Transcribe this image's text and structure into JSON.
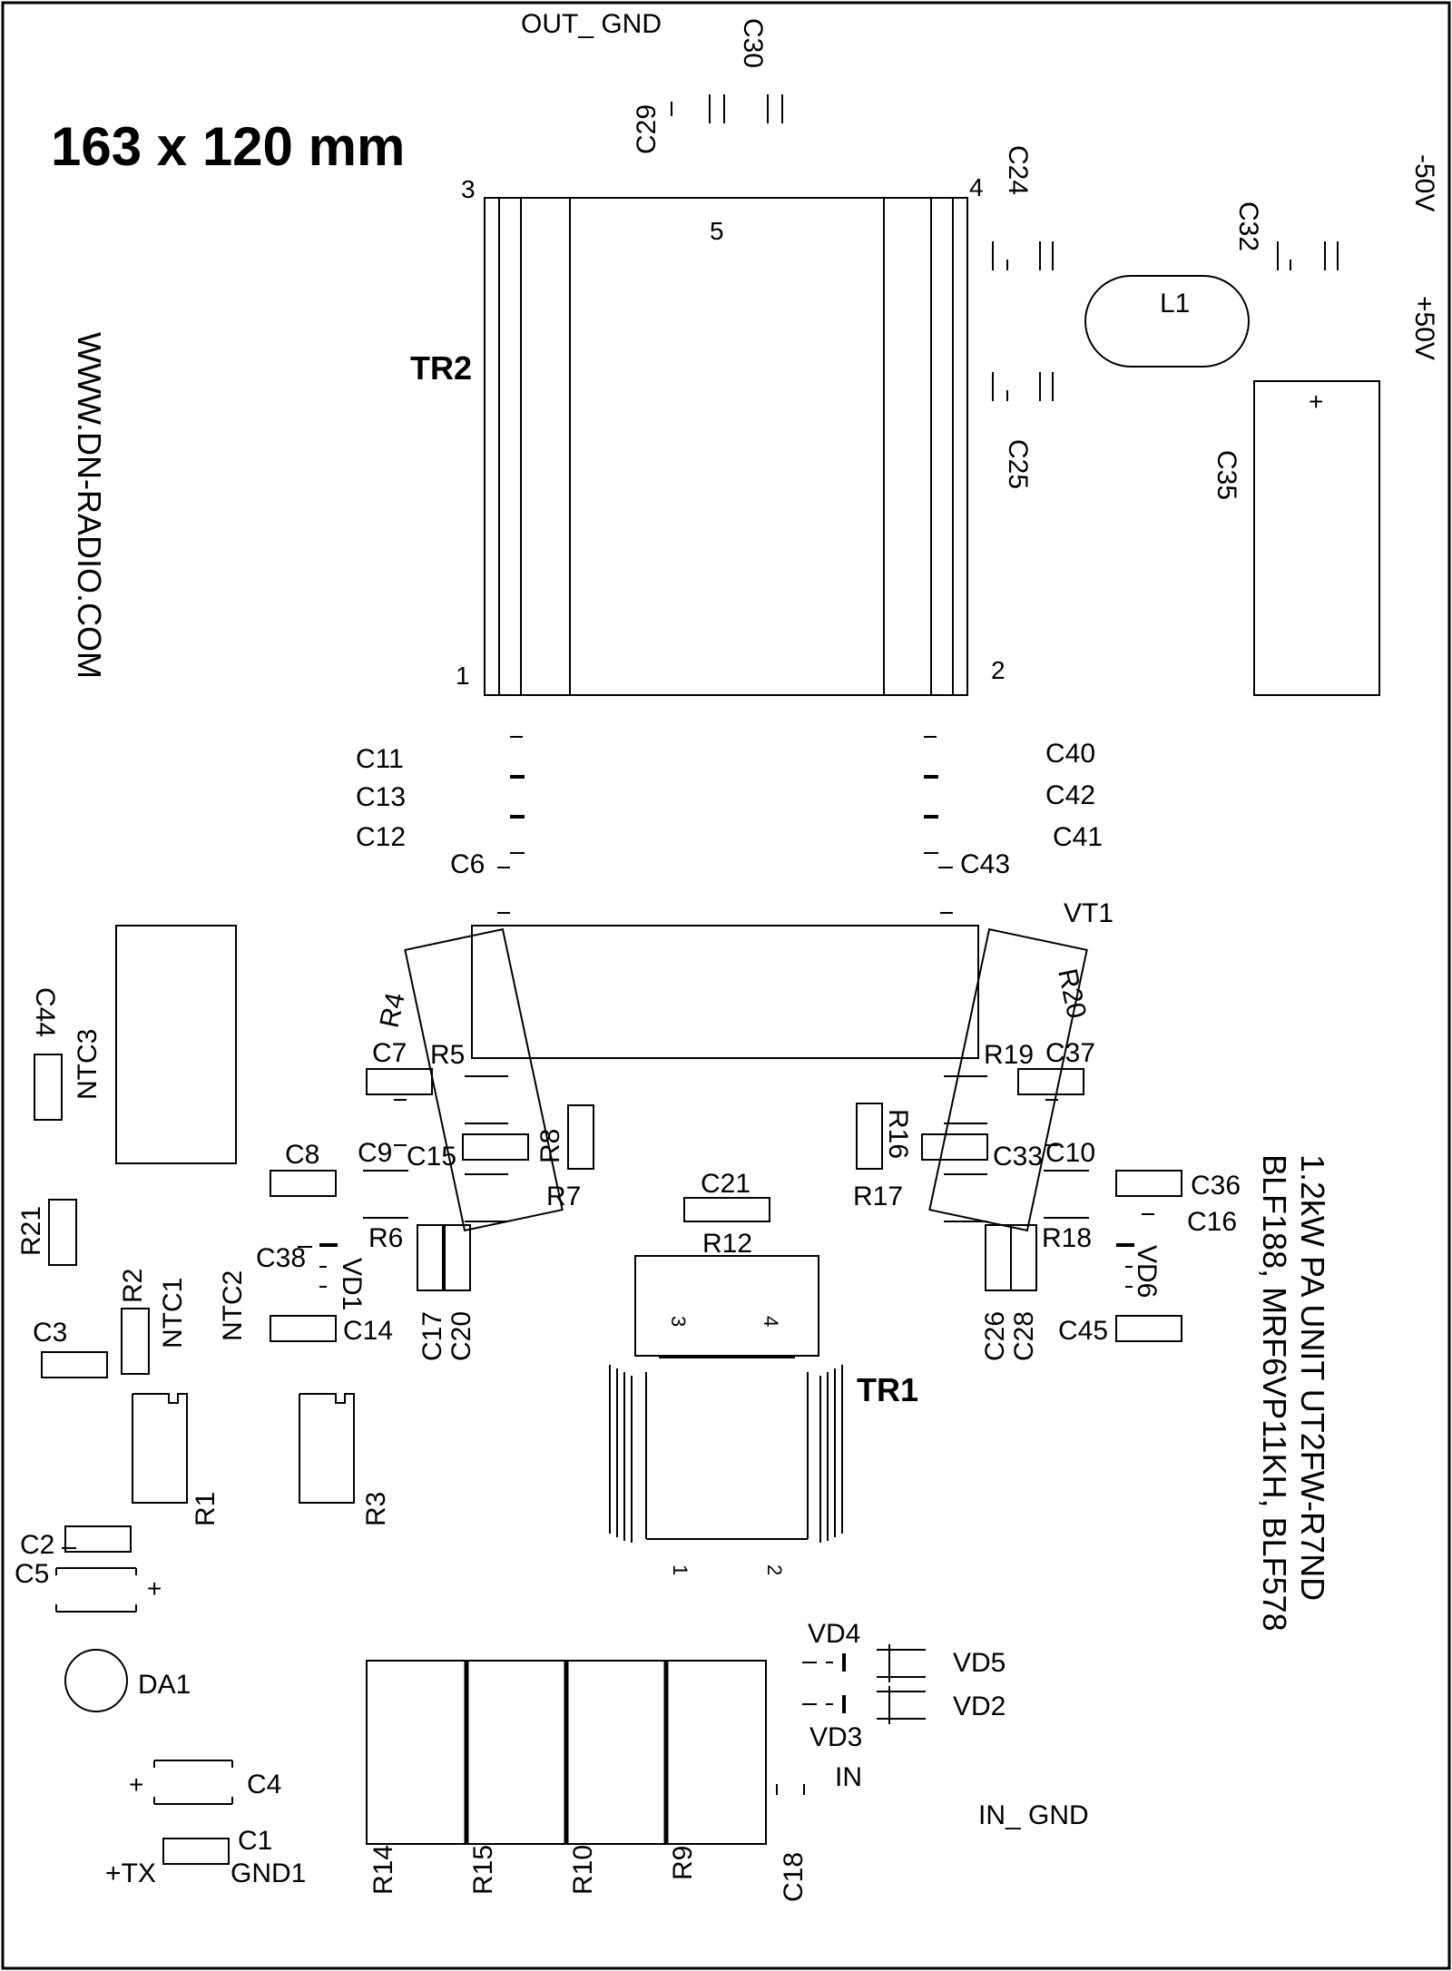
{
  "title": "163 x 120 mm",
  "website": "WWW.DN-RADIO.COM",
  "unit_name": "1.2kW  PA UNIT  UT2FW-R7ND",
  "transistors": "BLF188, MRF6VP11KH, BLF578",
  "nets": {
    "out_gnd": "OUT_ GND",
    "in_gnd": "IN_ GND",
    "in": "IN",
    "tx": "+TX",
    "gnd1": "GND1",
    "plus50": "+50V",
    "minus50": "-50V"
  },
  "tr2": {
    "name": "TR2",
    "pin1": "1",
    "pin2": "2",
    "pin3": "3",
    "pin4": "4",
    "pin5": "5"
  },
  "tr1": {
    "name": "TR1",
    "pin1": "1",
    "pin2": "2",
    "pin3": "3",
    "pin4": "4"
  },
  "plus_sign": "+",
  "components": {
    "C1": "C1",
    "C2": "C2",
    "C3": "C3",
    "C4": "C4",
    "C5": "C5",
    "C6": "C6",
    "C7": "C7",
    "C8": "C8",
    "C9": "C9",
    "C10": "C10",
    "C11": "C11",
    "C12": "C12",
    "C13": "C13",
    "C14": "C14",
    "C15": "C15",
    "C16": "C16",
    "C17": "C17",
    "C18": "C18",
    "C20": "C20",
    "C21": "C21",
    "C24": "C24",
    "C25": "C25",
    "C26": "C26",
    "C28": "C28",
    "C29": "C29",
    "C30": "C30",
    "C32": "C32",
    "C33": "C33",
    "C35": "C35",
    "C36": "C36",
    "C37": "C37",
    "C38": "C38",
    "C40": "C40",
    "C41": "C41",
    "C42": "C42",
    "C43": "C43",
    "C44": "C44",
    "C45": "C45",
    "R1": "R1",
    "R2": "R2",
    "R3": "R3",
    "R4": "R4",
    "R5": "R5",
    "R6": "R6",
    "R7": "R7",
    "R8": "R8",
    "R9": "R9",
    "R10": "R10",
    "R12": "R12",
    "R14": "R14",
    "R15": "R15",
    "R16": "R16",
    "R17": "R17",
    "R18": "R18",
    "R19": "R19",
    "R20": "R20",
    "R21": "R21",
    "VD1": "VD1",
    "VD2": "VD2",
    "VD3": "VD3",
    "VD4": "VD4",
    "VD5": "VD5",
    "VD6": "VD6",
    "NTC1": "NTC1",
    "NTC2": "NTC2",
    "NTC3": "NTC3",
    "L1": "L1",
    "DA1": "DA1",
    "VT1": "VT1"
  }
}
